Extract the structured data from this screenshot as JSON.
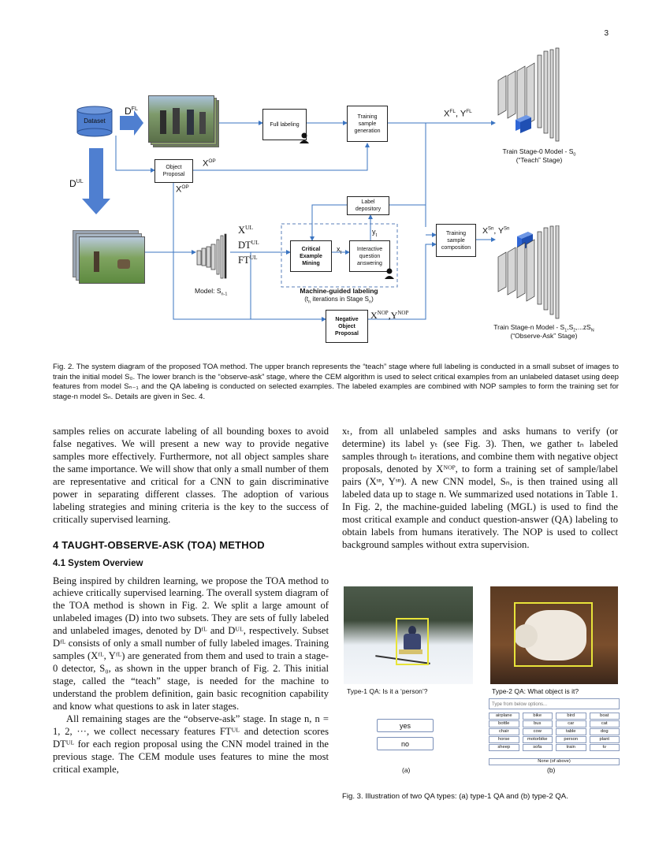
{
  "page_number": "3",
  "figure2": {
    "dataset": "Dataset",
    "d_fl": "D",
    "d_fl_sup": "FL",
    "d_ul": "D",
    "d_ul_sup": "UL",
    "full_labeling": "Full labeling",
    "training_sample_generation": "Training sample generation",
    "x_fl_y_fl": "X",
    "x_fl_sup": "FL",
    "y_fl_sep": ", Y",
    "y_fl_sup": "FL",
    "stage0_title": "Train Stage-0 Model - S",
    "stage0_sub": "0",
    "stage0_note": "(“Teach” Stage)",
    "object_proposal": "Object Proposal",
    "x_op": "X",
    "x_op_sup": "OP",
    "x_op2": "X",
    "x_op2_sup": "OP",
    "label_depository": "Label depository",
    "y_t": "y",
    "y_t_sub": "t",
    "x_ul": "X",
    "x_ul_sup": "UL",
    "dt_ul": "DT",
    "dt_ul_sup": "UL",
    "ft_ul": "FT",
    "ft_ul_sup": "UL",
    "critical_example_mining": "Critical Example Mining",
    "x_t": "x",
    "x_t_sub": "t",
    "interactive_qa": "Interactive question answering",
    "training_sample_composition": "Training sample composition",
    "x_sn": "X",
    "x_sn_sup": "Sn",
    "y_sn_sep": ", Y",
    "y_sn_sup": "Sn",
    "model_sn1": "Model: S",
    "model_sn1_sub": "n-1",
    "mgl_title": "Machine-guided labeling",
    "mgl_note_a": "(t",
    "mgl_note_sub": "n",
    "mgl_note_b": " iterations in Stage S",
    "mgl_note_sub2": "n",
    "mgl_note_c": ")",
    "negative_object_proposal": "Negative Object Proposal",
    "x_nop": "X",
    "x_nop_sup": "NOP",
    "y_nop_sep": ",Y",
    "y_nop_sup": "NOP",
    "stagen_title": "Train Stage-n Model - S",
    "stagen_sub": "1",
    "stagen_mid": ",S",
    "stagen_sub2": "2",
    "stagen_end": ",...zS",
    "stagen_sub3": "N",
    "stagen_note": "(“Observe-Ask” Stage)"
  },
  "figure2_caption": "Fig. 2. The system diagram of the proposed TOA method. The upper branch represents the “teach” stage where full labeling is conducted in a small subset of images to train the initial model S₀. The lower branch is the “observe-ask” stage, where the CEM algorithm is used to select critical examples from an unlabeled dataset using deep features from model Sₙ₋₁ and the QA labeling is conducted on selected examples. The labeled examples are combined with NOP samples to form the training set for stage-n model Sₙ. Details are given in Sec. 4.",
  "left_col": {
    "para1": "samples relies on accurate labeling of all bounding boxes to avoid false negatives. We will present a new way to provide negative samples more effectively. Furthermore, not all object samples share the same importance. We will show that only a small number of them are representative and critical for a CNN to gain discriminative power in separating different classes. The adoption of various labeling strategies and mining criteria is the key to the success of critically supervised learning.",
    "section_heading": "4   TAUGHT-OBSERVE-ASK (TOA) METHOD",
    "subsection_heading": "4.1   System Overview",
    "para2": "Being inspired by children learning, we propose the TOA method to achieve critically supervised learning. The overall system diagram of the TOA method is shown in Fig. 2. We split a large amount of unlabeled images (D) into two subsets. They are sets of fully labeled and unlabeled images, denoted by Dᶠᴸ and Dᵁᴸ, respectively. Subset Dᶠᴸ consists of only a small number of fully labeled images. Training samples (Xᶠᴸ, Yᶠᴸ) are generated from them and used to train a stage-0 detector, S₀, as shown in the upper branch of Fig. 2. This initial stage, called the “teach” stage, is needed for the machine to understand the problem definition, gain basic recognition capability and know what questions to ask in later stages.",
    "para3": "All remaining stages are the “observe-ask” stage. In stage n, n = 1, 2, ···, we collect necessary features FTᵁᴸ and detection scores DTᵁᴸ for each region proposal using the CNN model trained in the previous stage. The CEM module uses features to mine the most critical example,"
  },
  "right_col": {
    "para1": "xₜ, from all unlabeled samples and asks humans to verify (or determine) its label yₜ (see Fig. 3). Then, we gather tₙ labeled samples through tₙ iterations, and combine them with negative object proposals, denoted by Xᴺᴼᴾ, to form a training set of sample/label pairs (Xˢⁿ, Yˢⁿ). A new CNN model, Sₙ, is then trained using all labeled data up to stage n. We summarized used notations in Table 1. In Fig. 2, the machine-guided labeling (MGL) is used to find the most critical example and conduct question-answer (QA) labeling to obtain labels from humans iteratively. The NOP is used to collect background samples without extra supervision."
  },
  "figure3": {
    "type1_q": "Type-1 QA: Is it a ‘person’?",
    "type2_q": "Type-2 QA: What object is it?",
    "yes": "yes",
    "no": "no",
    "label_a": "(a)",
    "label_b": "(b)",
    "search_placeholder": "Type from below options...",
    "options": [
      "airplane",
      "bike",
      "bird",
      "boat",
      "bottle",
      "bus",
      "car",
      "cat",
      "chair",
      "cow",
      "table",
      "dog",
      "horse",
      "motorbike",
      "person",
      "plant",
      "sheep",
      "sofa",
      "train",
      "tv"
    ],
    "none_option": "None (of above)",
    "caption": "Fig. 3. Illustration of two QA types: (a) type-1 QA and (b) type-2 QA."
  },
  "colors": {
    "blue_box": "#4f7fd0",
    "arrow": "#3b75c2",
    "bbox_yellow": "#e8e43a",
    "cube_blue": "#2f66d6"
  }
}
